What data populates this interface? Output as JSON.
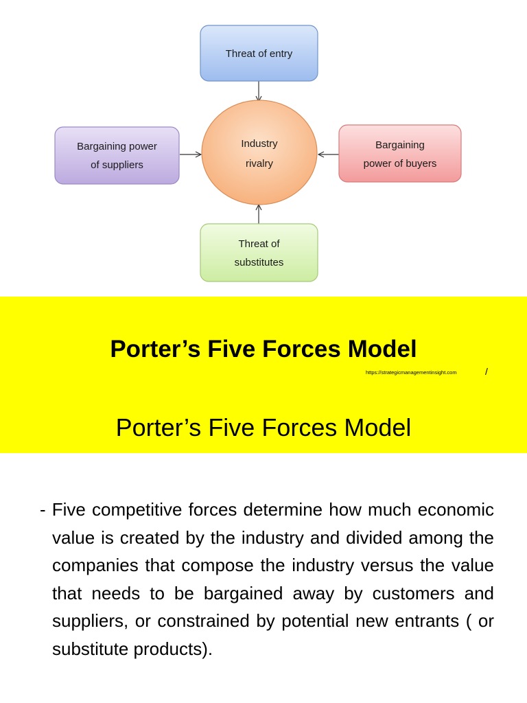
{
  "diagram": {
    "top_node": [
      "Threat of entry"
    ],
    "left_node": [
      "Bargaining power",
      "of suppliers"
    ],
    "center_node": [
      "Industry",
      "rivalry"
    ],
    "right_node": [
      "Bargaining",
      "power of buyers"
    ],
    "bottom_node": [
      "Threat of",
      "substitutes"
    ],
    "colors": {
      "top": "#a9c6f0",
      "left": "#c8b9e6",
      "center": "#f9c39a",
      "right": "#f6a9a9",
      "bottom": "#d9f2b4"
    }
  },
  "banner": {
    "title": "Porter’s Five Forces Model",
    "source": "https://strategicmanagementinsight.com",
    "source_suffix": "/",
    "subtitle": "Porter’s Five Forces Model",
    "background": "#ffff00"
  },
  "body": {
    "paragraph": "- Five competitive forces determine how much economic value is created by the industry and divided among the companies that compose the industry versus the value that needs to be bargained away by customers and suppliers, or constrained by potential new entrants ( or substitute products)."
  }
}
